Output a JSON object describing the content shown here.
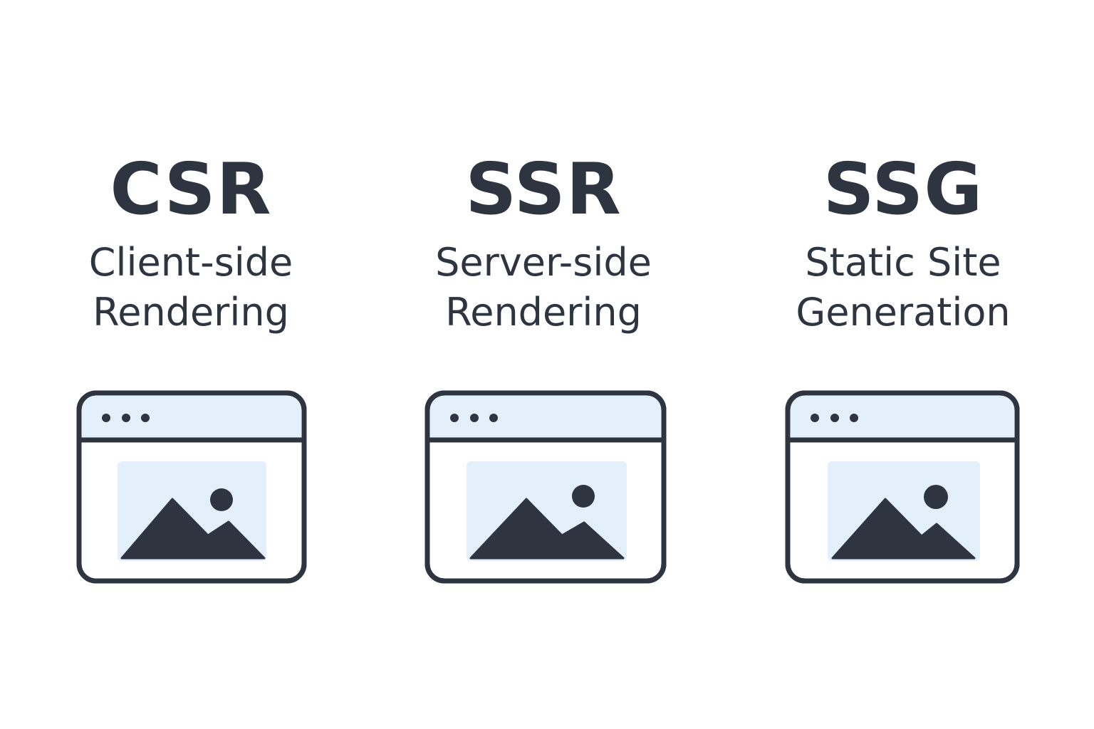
{
  "columns": [
    {
      "abbr": "CSR",
      "line1": "Client-side",
      "line2": "Rendering",
      "icon": "browser-image-icon"
    },
    {
      "abbr": "SSR",
      "line1": "Server-side",
      "line2": "Rendering",
      "icon": "browser-image-icon"
    },
    {
      "abbr": "SSG",
      "line1": "Static Site",
      "line2": "Generation",
      "icon": "browser-image-icon"
    }
  ],
  "colors": {
    "text": "#2f3540",
    "outline": "#2f3540",
    "fill_light": "#e3f0fb",
    "background": "#ffffff"
  }
}
